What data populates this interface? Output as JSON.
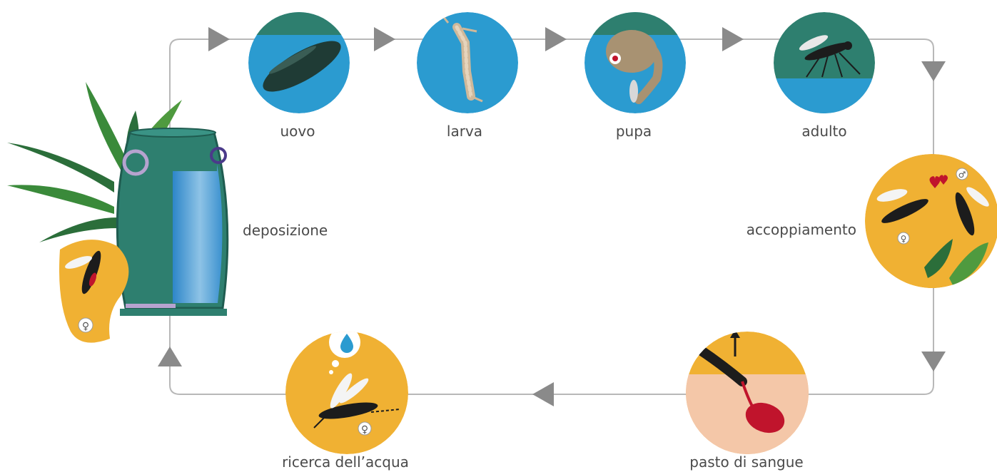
{
  "stages": [
    {
      "id": "uovo",
      "label": "uovo"
    },
    {
      "id": "larva",
      "label": "larva"
    },
    {
      "id": "pupa",
      "label": "pupa"
    },
    {
      "id": "adulto",
      "label": "adulto"
    },
    {
      "id": "accoppiamento",
      "label": "accoppiamento"
    },
    {
      "id": "pasto",
      "label": "pasto di sangue"
    },
    {
      "id": "ricerca",
      "label": "ricerca dell’acqua"
    },
    {
      "id": "deposizione",
      "label": "deposizione"
    }
  ],
  "colors": {
    "water": "#2b9bd0",
    "teal": "#2e7f6f",
    "orange": "#f0b133",
    "skin": "#f4c7a8",
    "blood": "#c0142c",
    "arrow": "#8a8a8a",
    "line": "#b8b8b8"
  },
  "symbols": {
    "female": "♀",
    "male": "♂"
  }
}
